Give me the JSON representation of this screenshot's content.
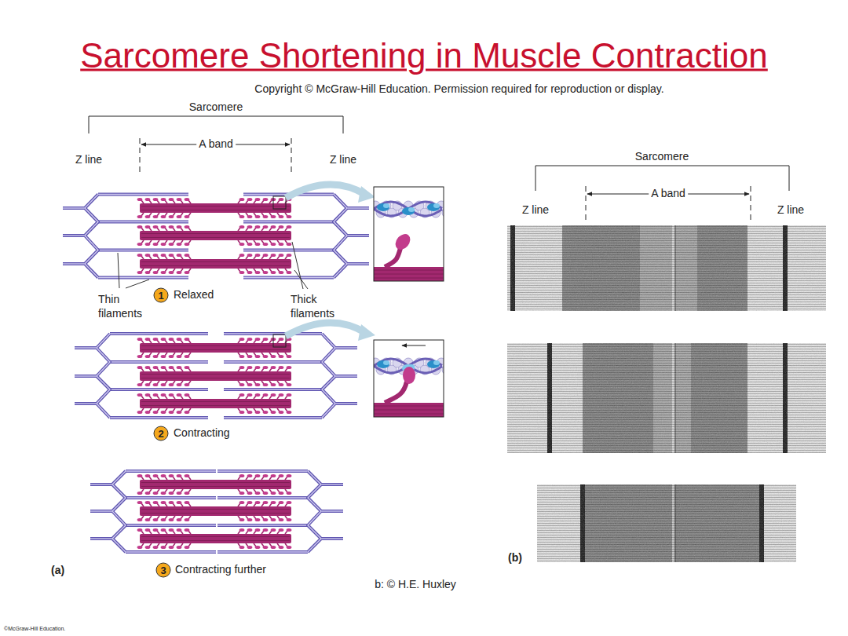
{
  "diagram": {
    "title": "Sarcomere Shortening in Muscle Contraction",
    "nodes": [
      {
        "text": [
          "1"
        ]
      },
      {
        "text": [
          "2"
        ]
      },
      {
        "text": [
          "3"
        ]
      }
    ],
    "labels": [
      "Copyright © McGraw-Hill Education. Permission required for reproduction or display.",
      "Sarcomere",
      "A band",
      "Z line",
      "Z line",
      "Thin filaments",
      "Relaxed",
      "Thick filaments",
      "Contracting",
      "Contracting further",
      "(a)",
      "Sarcomere",
      "A band",
      "Z line",
      "Z line",
      "(b)",
      "b: © H.E. Huxley",
      "©McGraw-Hill Education."
    ]
  }
}
